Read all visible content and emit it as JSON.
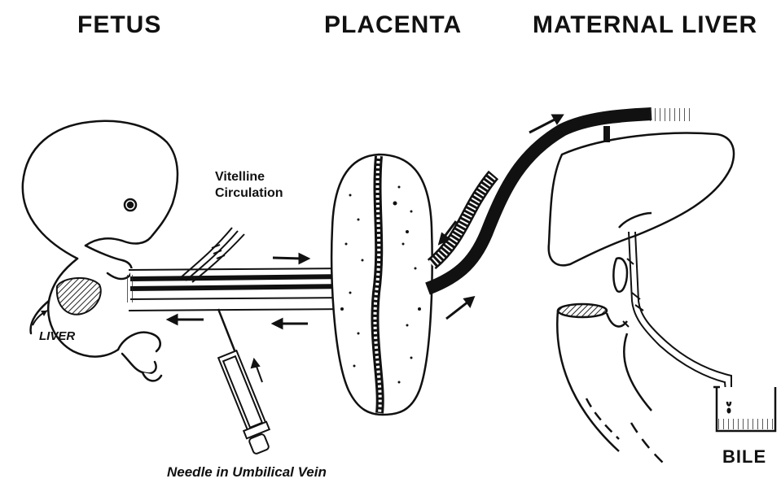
{
  "headers": {
    "fetus": "FETUS",
    "placenta": "PLACENTA",
    "maternal_liver": "MATERNAL LIVER"
  },
  "labels": {
    "vitelline_line1": "Vitelline",
    "vitelline_line2": "Circulation",
    "liver": "LIVER",
    "bile": "BILE",
    "needle": "Needle in Umbilical Vein"
  },
  "colors": {
    "ink": "#111111",
    "paper": "#ffffff",
    "liver_fill": "#444444"
  }
}
